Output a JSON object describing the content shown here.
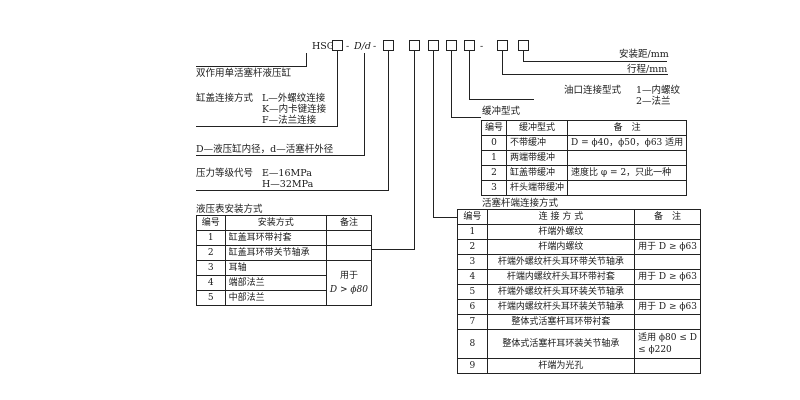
{
  "code": {
    "prefix": "HSG",
    "sep1": "-",
    "dd": "D/d",
    "sep2": "-",
    "sep3": "-"
  },
  "right_labels": {
    "install_distance": "安装距/mm",
    "stroke": "行程/mm",
    "port_title": "油口连接型式",
    "port_1": "1—内螺纹",
    "port_2": "2—法兰"
  },
  "left_labels": {
    "title": "双作用单活塞杆液压缸",
    "cap_title": "缸盖连接方式",
    "cap_l": "L—外螺纹连接",
    "cap_k": "K—内卡键连接",
    "cap_f": "F—法兰连接",
    "bore": "D—液压缸内径，d—活塞杆外径",
    "pressure_title": "压力等级代号",
    "pressure_e": "E—16MPa",
    "pressure_h": "H—32MPa"
  },
  "buffer_table": {
    "title": "缓冲型式",
    "headers": [
      "编号",
      "缓冲型式",
      "备　注"
    ],
    "rows": [
      [
        "0",
        "不带缓冲",
        "D = ϕ40，ϕ50，ϕ63 适用"
      ],
      [
        "1",
        "两端带缓冲",
        ""
      ],
      [
        "2",
        "缸盖带缓冲",
        "速度比 φ = 2，只此一种"
      ],
      [
        "3",
        "杆头端带缓冲",
        ""
      ]
    ]
  },
  "mount_table": {
    "title": "液压表安装方式",
    "headers": [
      "编号",
      "安装方式",
      "备注"
    ],
    "rows": [
      [
        "1",
        "缸盖耳环带衬套"
      ],
      [
        "2",
        "缸盖耳环带关节轴承"
      ],
      [
        "3",
        "耳轴"
      ],
      [
        "4",
        "端部法兰"
      ],
      [
        "5",
        "中部法兰"
      ]
    ],
    "note_line1": "用于",
    "note_line2": "D > ϕ80"
  },
  "rod_table": {
    "title": "活塞杆端连接方式",
    "headers": [
      "编号",
      "连 接 方 式",
      "备　注"
    ],
    "rows": [
      [
        "1",
        "杆端外螺纹",
        ""
      ],
      [
        "2",
        "杆端内螺纹",
        "用于 D ≥ ϕ63"
      ],
      [
        "3",
        "杆端外螺纹杆头耳环带关节轴承",
        ""
      ],
      [
        "4",
        "杆端内螺纹杆头耳环带衬套",
        "用于 D ≥ ϕ63"
      ],
      [
        "5",
        "杆端外螺纹杆头耳环装关节轴承",
        ""
      ],
      [
        "6",
        "杆端内螺纹杆头耳环装关节轴承",
        "用于 D ≥ ϕ63"
      ],
      [
        "7",
        "整体式活塞杆耳环带衬套",
        ""
      ],
      [
        "8",
        "整体式活塞杆耳环装关节轴承",
        "适用 ϕ80 ≤ D ≤ ϕ220"
      ],
      [
        "9",
        "杆端为光孔",
        ""
      ]
    ]
  }
}
